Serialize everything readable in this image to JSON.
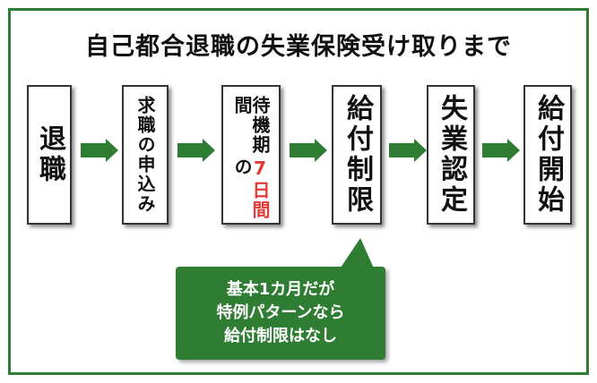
{
  "title": "自己都合退職の失業保険受け取りまで",
  "steps": [
    {
      "label": "退職"
    },
    {
      "label": "求職の申込み"
    },
    {
      "prefix": "待機期間",
      "highlight": "7日間",
      "suffix": "の"
    },
    {
      "label": "給付制限"
    },
    {
      "label": "失業認定"
    },
    {
      "label": "給付開始"
    }
  ],
  "callout": {
    "lines": [
      "基本1カ月だが",
      "特例パターンなら",
      "給付制限はなし"
    ]
  },
  "colors": {
    "green": "#2e7d32",
    "highlight_red": "#e53935",
    "border": "#333333"
  },
  "icons": [
    "arrow-right-icon"
  ]
}
